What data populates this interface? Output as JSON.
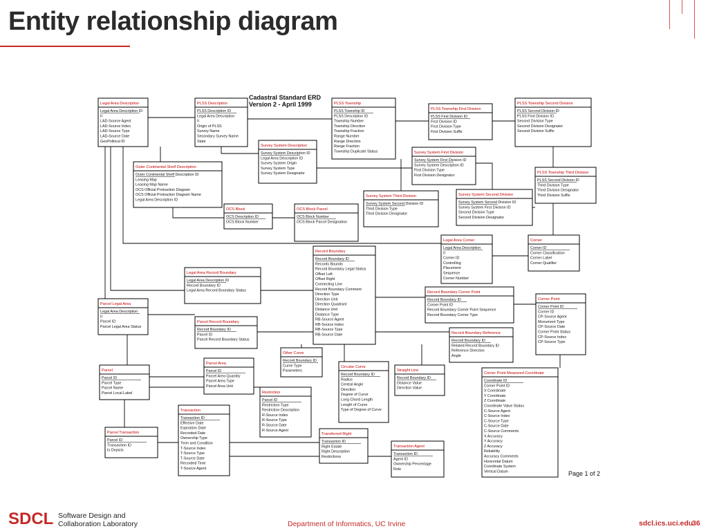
{
  "slide": {
    "title": "Entity relationship diagram",
    "erd_title": "Cadastral Standard ERD",
    "erd_version": "Version 2 - April 1999",
    "page_note": "Page 1 of 2"
  },
  "footer": {
    "org_abbr": "SDCL",
    "org_line1": "Software Design and",
    "org_line2": "Collaboration Laboratory",
    "department": "Department of Informatics, UC Irvine",
    "url": "sdcl.ics.uci.edu",
    "page_number": "36"
  },
  "colors": {
    "accent": "#c62828",
    "entity_title": "#c40000",
    "line": "#000000"
  },
  "entities": [
    {
      "id": "legal-area-description",
      "title": "Legal Area Description",
      "attrs": [
        "Legal Area Description ID",
        "II",
        "LAD-Source Agent",
        "LAD-Source Index",
        "LAD-Source Type",
        "LAD-Source Date",
        "GeoPolitical ID"
      ]
    },
    {
      "id": "plss-description",
      "title": "PLSS Description",
      "attrs": [
        "PLSS Description ID",
        "Legal Area Description",
        "II",
        "Origin of PLSS",
        "Survey Name",
        "Secondary Survey Name",
        "State"
      ]
    },
    {
      "id": "plss-township",
      "title": "PLSS Township",
      "attrs": [
        "PLSS Township ID",
        "PLSS Description ID",
        "Township Number",
        "Township Direction",
        "Township Fraction",
        "Range Number",
        "Range Direction",
        "Range Fraction",
        "Township Duplicate Status"
      ]
    },
    {
      "id": "plss-township-first-division",
      "title": "PLSS Township First Division",
      "attrs": [
        "PLSS First Division ID",
        "First Division ID",
        "First Division Type",
        "First Division Suffix"
      ]
    },
    {
      "id": "plss-township-second-division",
      "title": "PLSS Township Second Division",
      "attrs": [
        "PLSS Second Division ID",
        "PLSS First Division ID",
        "Second Division Type",
        "Second Division Designator",
        "Second Division Suffix"
      ]
    },
    {
      "id": "survey-system-description",
      "title": "Survey System Description",
      "attrs": [
        "Survey System Description ID",
        "Legal Area Description ID",
        "Survey System Origin",
        "Survey System Type",
        "Survey System Designator"
      ]
    },
    {
      "id": "survey-system-first-division",
      "title": "Survey System First Division",
      "attrs": [
        "Survey System First Division ID",
        "Survey System Description ID",
        "First Division Type",
        "First Division Designator"
      ]
    },
    {
      "id": "plss-township-third-division",
      "title": "PLSS Township Third Division",
      "attrs": [
        "PLSS Second Division ID",
        "Third Division Type",
        "Third Division Designator",
        "Third Division Suffix"
      ]
    },
    {
      "id": "outer-continental-shelf-description",
      "title": "Outer Continental Shelf Description",
      "attrs": [
        "Outer Continental Shelf Description ID",
        "Leasing Map",
        "Leasing Map Name",
        "OCS Official Protraction Diagram",
        "OCS Official Protraction Diagram Name",
        "Legal Area Description ID"
      ]
    },
    {
      "id": "survey-system-third-division",
      "title": "Survey System Third Division",
      "attrs": [
        "Survey System Second Division ID",
        "Third Division Type",
        "Third Division Designator"
      ]
    },
    {
      "id": "survey-system-second-division",
      "title": "Survey System Second Division",
      "attrs": [
        "Survey System Second Division ID",
        "Survey System First Division ID",
        "Second Division Type",
        "Second Division Designator"
      ]
    },
    {
      "id": "ocs-block",
      "title": "OCS Block",
      "attrs": [
        "OCS Description ID",
        "OCS Block Number"
      ]
    },
    {
      "id": "ocs-block-parcel",
      "title": "OCS Block Parcel",
      "attrs": [
        "OCS Block Number",
        "OCS Block Parcel Designation"
      ]
    },
    {
      "id": "legal-area-corner",
      "title": "Legal Area Corner",
      "attrs": [
        "Legal Area Description",
        "II",
        "Corner ID",
        "Controlling",
        "Placement",
        "Sequence",
        "Corner Number"
      ]
    },
    {
      "id": "corner",
      "title": "Corner",
      "attrs": [
        "Corner ID",
        "Corner Classification",
        "Corner Label",
        "Corner Qualifier"
      ]
    },
    {
      "id": "record-boundary",
      "title": "Record Boundary",
      "attrs": [
        "Record Boundary ID",
        "Records Bounds",
        "Record Boundary Legal Status",
        "Offset Left",
        "Offset Right",
        "Connecting Line",
        "Record Boundary Comment",
        "Direction Type",
        "Direction Unit",
        "Direction Quadrant",
        "Distance Unit",
        "Distance Type",
        "RB-Source Agent",
        "RB-Source Index",
        "RB-Source Type",
        "RB-Source Date"
      ]
    },
    {
      "id": "legal-area-record-boundary",
      "title": "Legal Area Record Boundary",
      "attrs": [
        "Legal Area Description ID",
        "Record Boundary ID",
        "Legal Area Record Boundary Status"
      ]
    },
    {
      "id": "record-boundary-corner-point",
      "title": "Record Boundary Corner Point",
      "attrs": [
        "Record Boundary ID",
        "Corner Point ID",
        "Record Boundary Corner Point Sequence",
        "Record Boundary Corner Type"
      ]
    },
    {
      "id": "corner-point",
      "title": "Corner Point",
      "attrs": [
        "Corner Point ID",
        "Corner ID",
        "CP-Source Agent",
        "Monument Type",
        "CP-Source Date",
        "Corner Point Status",
        "CP-Source Index",
        "CP-Source Type"
      ]
    },
    {
      "id": "parcel-legal-area",
      "title": "Parcel Legal Area",
      "attrs": [
        "Legal Area Description",
        "II",
        "Parcel ID",
        "Parcel Legal Area Status"
      ]
    },
    {
      "id": "parcel-record-boundary",
      "title": "Parcel Record Boundary",
      "attrs": [
        "Record Boundary ID",
        "Parcel ID",
        "Parcel Record Boundary Status"
      ]
    },
    {
      "id": "record-boundary-reference",
      "title": "Record Boundary Reference",
      "attrs": [
        "Record Boundary ID",
        "Related Record Boundary ID",
        "Reference Direction",
        "Angle"
      ]
    },
    {
      "id": "other-curve",
      "title": "Other Curve",
      "attrs": [
        "Record Boundary ID",
        "Curve Type",
        "Parameters"
      ]
    },
    {
      "id": "parcel-area",
      "title": "Parcel Area",
      "attrs": [
        "Parcel ID",
        "Parcel Area Quantity",
        "Parcel Area Type",
        "Parcel Area Unit"
      ]
    },
    {
      "id": "circular-curve",
      "title": "Circular Curve",
      "attrs": [
        "Record Boundary ID",
        "Radius",
        "Central Angle",
        "Direction",
        "Degree of Curve",
        "Long Chord Length",
        "Length of Curve",
        "Type of Degree of Curve"
      ]
    },
    {
      "id": "straight-line",
      "title": "Straight Line",
      "attrs": [
        "Record Boundary ID",
        "Distance Value",
        "Direction Value"
      ]
    },
    {
      "id": "parcel",
      "title": "Parcel",
      "attrs": [
        "Parcel ID",
        "Parcel Type",
        "Parcel Name",
        "Parcel Local Label"
      ]
    },
    {
      "id": "corner-point-measured-coordinate",
      "title": "Corner Point Measured Coordinate",
      "attrs": [
        "Coordinate ID",
        "Corner Point ID",
        "X Coordinate",
        "Y Coordinate",
        "Z Coordinate",
        "Coordinate Value Status",
        "C-Source Agent",
        "C-Source Index",
        "C-Source Type",
        "C-Source Date",
        "C-Source Comments",
        "X Accuracy",
        "Y Accuracy",
        "Z Accuracy",
        "Reliability",
        "Accuracy Comments",
        "Horizontal Datum",
        "Coordinate System",
        "Vertical Datum"
      ]
    },
    {
      "id": "restriction",
      "title": "Restriction",
      "attrs": [
        "Parcel ID",
        "Restriction Type",
        "Restriction Description",
        "R-Source Index",
        "R-Source Type",
        "R-Source Date",
        "R-Source Agent"
      ]
    },
    {
      "id": "transaction",
      "title": "Transaction",
      "attrs": [
        "Transaction ID",
        "Effective Date",
        "Expiration Date",
        "Recorded Date",
        "Ownership Type",
        "Term and Condition",
        "T-Source Index",
        "T-Source Type",
        "T-Source Date",
        "Recorded Time",
        "T-Source Agent"
      ]
    },
    {
      "id": "parcel-transaction",
      "title": "Parcel Transaction",
      "attrs": [
        "Parcel ID",
        "Transaction ID",
        "Is Depicts"
      ]
    },
    {
      "id": "transferred-right",
      "title": "Transferred Right",
      "attrs": [
        "Transaction ID",
        "Right Estate",
        "Right Description",
        "Restrictions"
      ]
    },
    {
      "id": "transaction-agent",
      "title": "Transaction Agent",
      "attrs": [
        "Transaction ID",
        "Agent ID",
        "Ownership Percentage",
        "Role"
      ]
    }
  ]
}
